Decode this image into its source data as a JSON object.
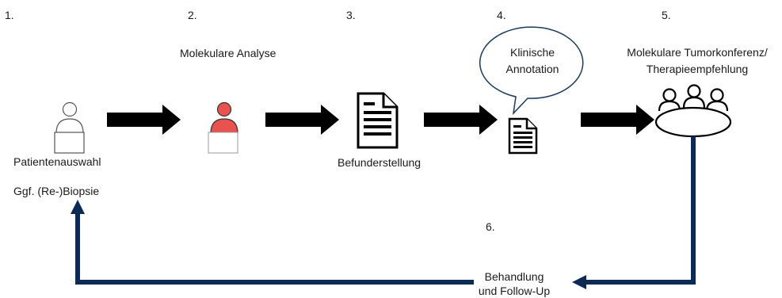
{
  "steps": [
    {
      "number": "1.",
      "labels": [
        "Patientenauswahl",
        "Ggf. (Re-)Biopsie"
      ],
      "icon": "person-outline-icon"
    },
    {
      "number": "2.",
      "label": "Molekulare Analyse",
      "icon": "person-red-icon"
    },
    {
      "number": "3.",
      "label": "Befunderstellung",
      "icon": "document-icon"
    },
    {
      "number": "4.",
      "bubble_line1": "Klinische",
      "bubble_line2": "Annotation",
      "icon": "small-document-icon"
    },
    {
      "number": "5.",
      "label_line1": "Molekulare Tumorkonferenz/",
      "label_line2": "Therapieempfehlung",
      "icon": "conference-table-icon"
    },
    {
      "number": "6.",
      "label_line1": "Behandlung",
      "label_line2": "und Follow-Up"
    }
  ],
  "colors": {
    "arrow": "#000000",
    "loop_arrow": "#0d2a55",
    "person_red": "#e8534f",
    "outline": "#111111"
  }
}
